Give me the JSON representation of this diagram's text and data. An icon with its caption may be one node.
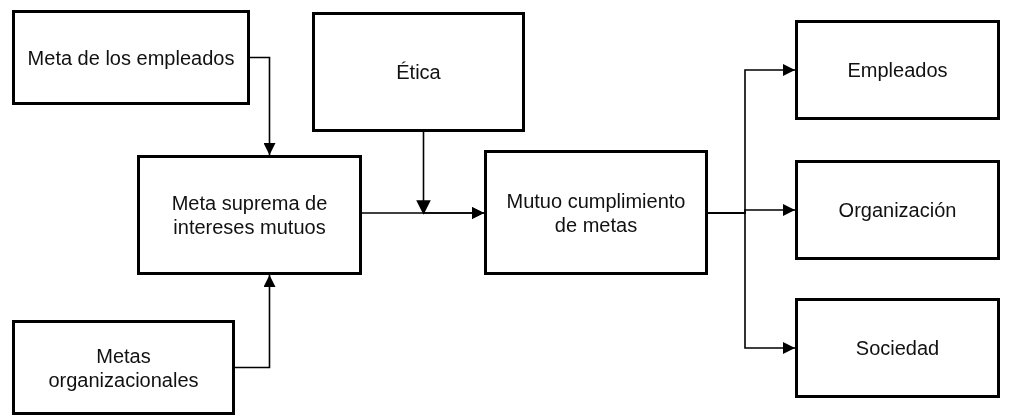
{
  "diagram": {
    "nodes": [
      {
        "text": [
          "Meta de los empleados"
        ]
      },
      {
        "text": [
          "Ética"
        ]
      },
      {
        "text": [
          "Meta suprema de intereses mutuos"
        ]
      },
      {
        "text": [
          "Mutuo cumplimiento de metas"
        ]
      },
      {
        "text": [
          "Empleados"
        ]
      },
      {
        "text": [
          "Organización"
        ]
      },
      {
        "text": [
          "Sociedad"
        ]
      },
      {
        "text": [
          "Metas organizacionales"
        ]
      }
    ],
    "edges": [
      {
        "from": 0,
        "to": 2,
        "arrow": "to"
      },
      {
        "from": 7,
        "to": 2,
        "arrow": "to"
      },
      {
        "from": 2,
        "to": 3,
        "arrow": "to"
      },
      {
        "from": 1,
        "to": 3,
        "arrow": "to"
      },
      {
        "from": 3,
        "to": 4,
        "arrow": "to"
      },
      {
        "from": 3,
        "to": 5,
        "arrow": "to"
      },
      {
        "from": 3,
        "to": 6,
        "arrow": "to"
      }
    ]
  }
}
